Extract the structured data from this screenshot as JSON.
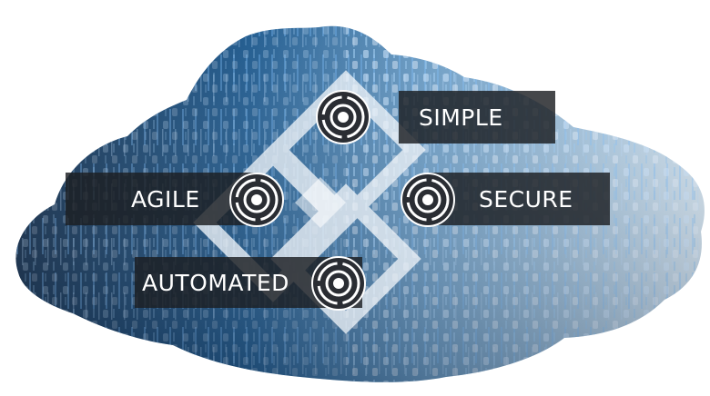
{
  "features": [
    {
      "label": "SIMPLE",
      "icon": "target-icon"
    },
    {
      "label": "AGILE",
      "icon": "target-icon"
    },
    {
      "label": "SECURE",
      "icon": "target-icon"
    },
    {
      "label": "AUTOMATED",
      "icon": "target-icon"
    }
  ],
  "colors": {
    "cloud_dark": "#0e2a4a",
    "cloud_mid": "#3a79b0",
    "cloud_light": "#b9d2e6",
    "bar_bg": "#1c1e22",
    "text": "#ffffff"
  }
}
